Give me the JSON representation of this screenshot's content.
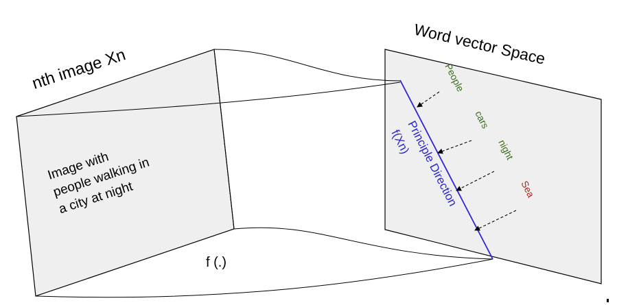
{
  "image_panel": {
    "title": "nth image Xn",
    "description_lines": [
      "Image with",
      "people walking in",
      "a city at night"
    ]
  },
  "mapping": {
    "function_label": "f (.)"
  },
  "vector_space": {
    "title": "Word vector Space",
    "direction_label": "Principle Direction",
    "direction_sublabel": "f(Xn)",
    "words": [
      {
        "text": "People",
        "color": "#3a6b1f"
      },
      {
        "text": "cars",
        "color": "#3a6b1f"
      },
      {
        "text": "night",
        "color": "#3a6b1f"
      },
      {
        "text": "Sea",
        "color": "#a82a2a"
      }
    ]
  },
  "colors": {
    "panel_fill": "#efefef",
    "stroke": "#000000",
    "direction": "#2b24d6"
  }
}
